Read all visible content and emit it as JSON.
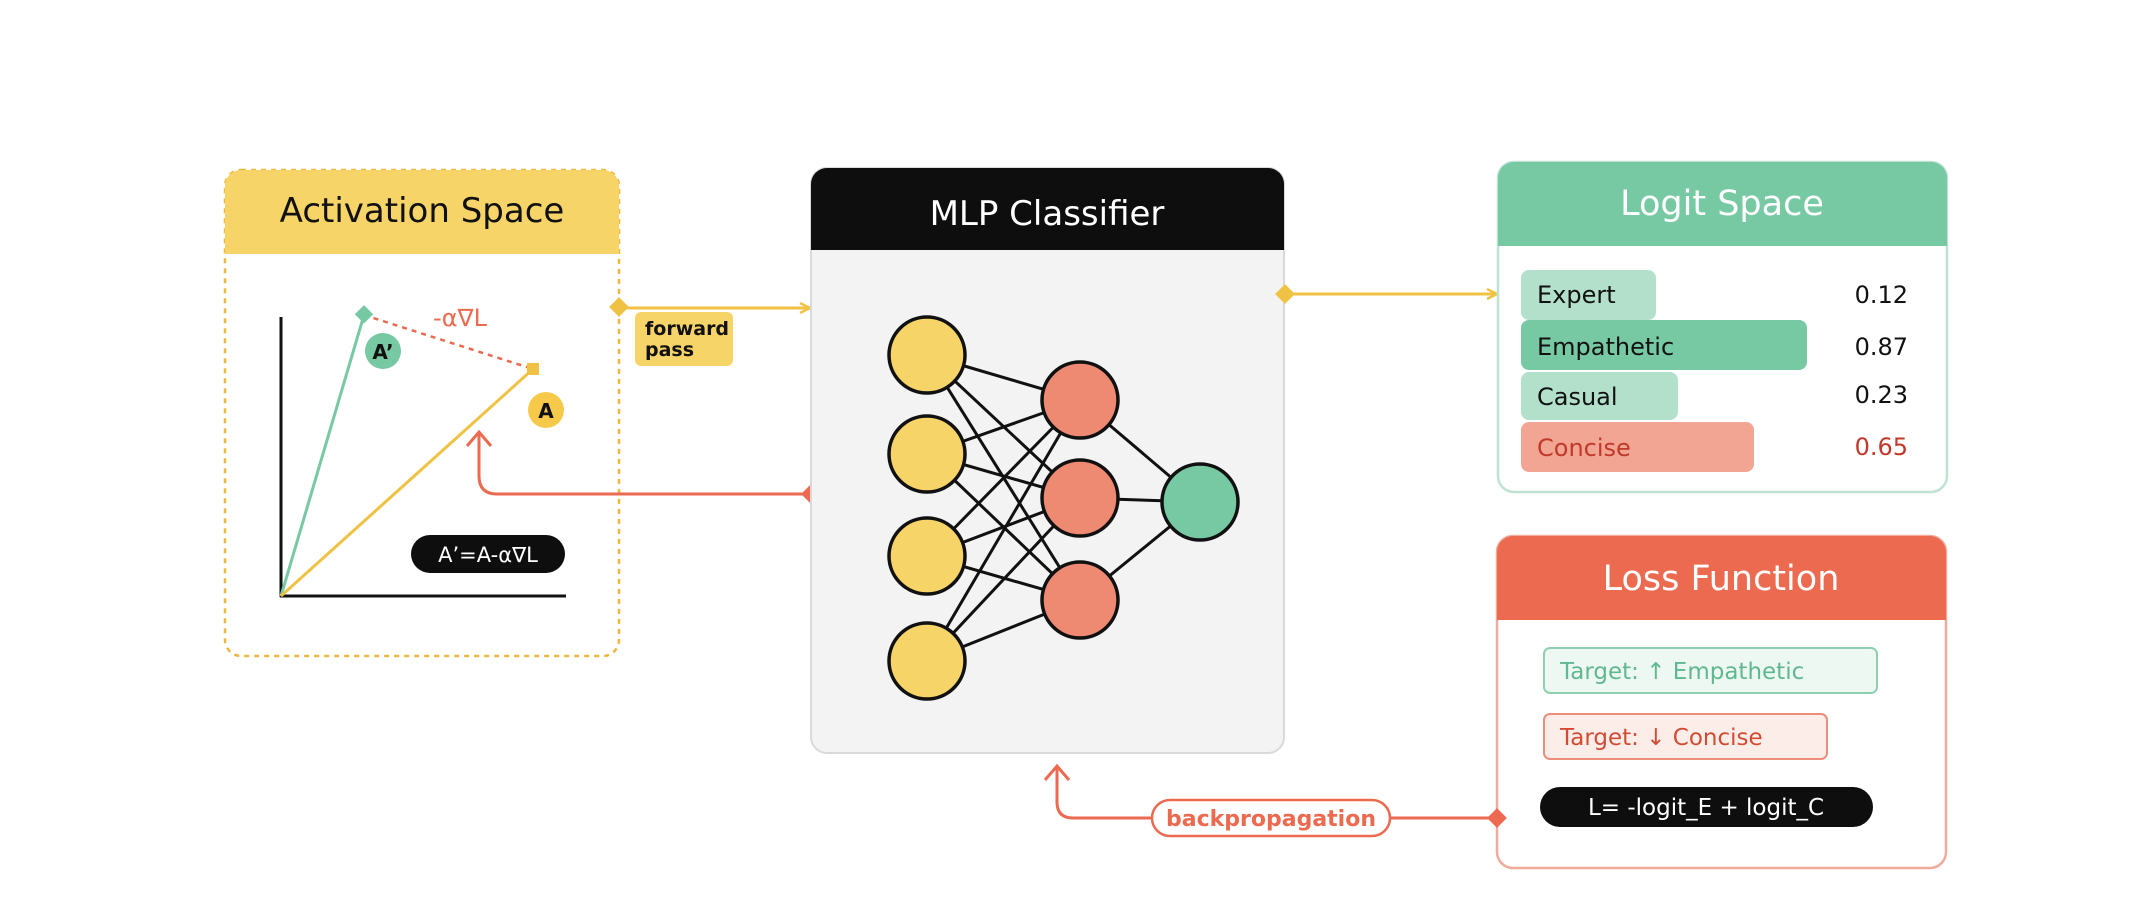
{
  "activation_panel": {
    "title": "Activation Space",
    "point_a": "A",
    "point_a_prime": "A’",
    "gradient_label": "-α∇L",
    "update_formula": "A’=A-α∇L"
  },
  "forward_label_line1": "forward",
  "forward_label_line2": "pass",
  "mlp_panel": {
    "title": "MLP Classifier"
  },
  "logit_panel": {
    "title": "Logit Space",
    "rows": [
      {
        "label": "Expert",
        "value": "0.12"
      },
      {
        "label": "Empathetic",
        "value": "0.87"
      },
      {
        "label": "Casual",
        "value": "0.23"
      },
      {
        "label": "Concise",
        "value": "0.65"
      }
    ]
  },
  "loss_panel": {
    "title": "Loss Function",
    "target_up": "Target: ↑ Empathetic",
    "target_down": "Target: ↓ Concise",
    "formula": "L= -logit_E + logit_C"
  },
  "backprop_label": "backpropagation",
  "colors": {
    "yellow": "#F7D468",
    "green": "#77C9A3",
    "red": "#EC6A50",
    "salmon": "#EE8972",
    "black": "#0E0E0E"
  }
}
